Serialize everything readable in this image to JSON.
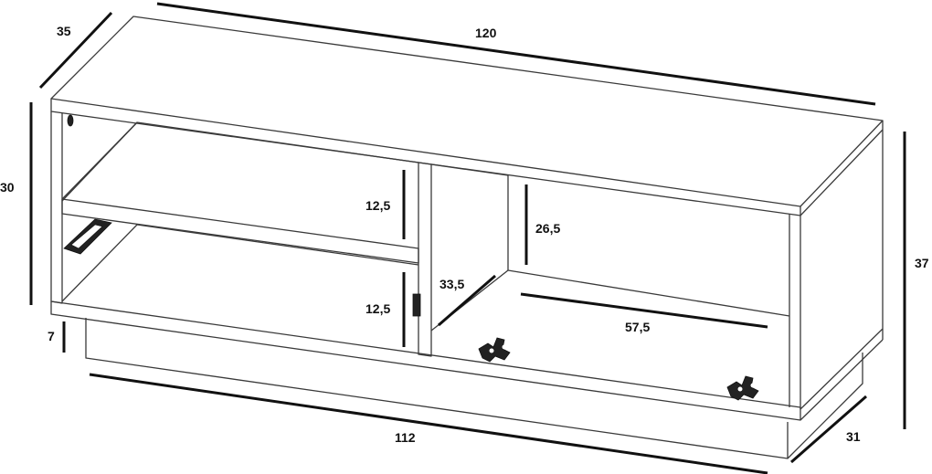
{
  "drawing": {
    "type": "furniture-dimension-diagram",
    "line_color": "#3a3a3a",
    "dimension_color": "#111111",
    "background": "#ffffff"
  },
  "dimensions": {
    "depth_top": "35",
    "width_top": "120",
    "height_body": "30",
    "height_total": "37",
    "plinth_height": "7",
    "shelf_upper": "12,5",
    "shelf_lower": "12,5",
    "inner_depth": "33,5",
    "inner_height": "26,5",
    "inner_width": "57,5",
    "base_width": "112",
    "base_depth": "31"
  },
  "icons": {
    "hinge_left": "hinge-icon",
    "hinge_right": "hinge-icon",
    "shelf_support": "shelf-bracket-icon",
    "hole": "mounting-hole-icon"
  }
}
